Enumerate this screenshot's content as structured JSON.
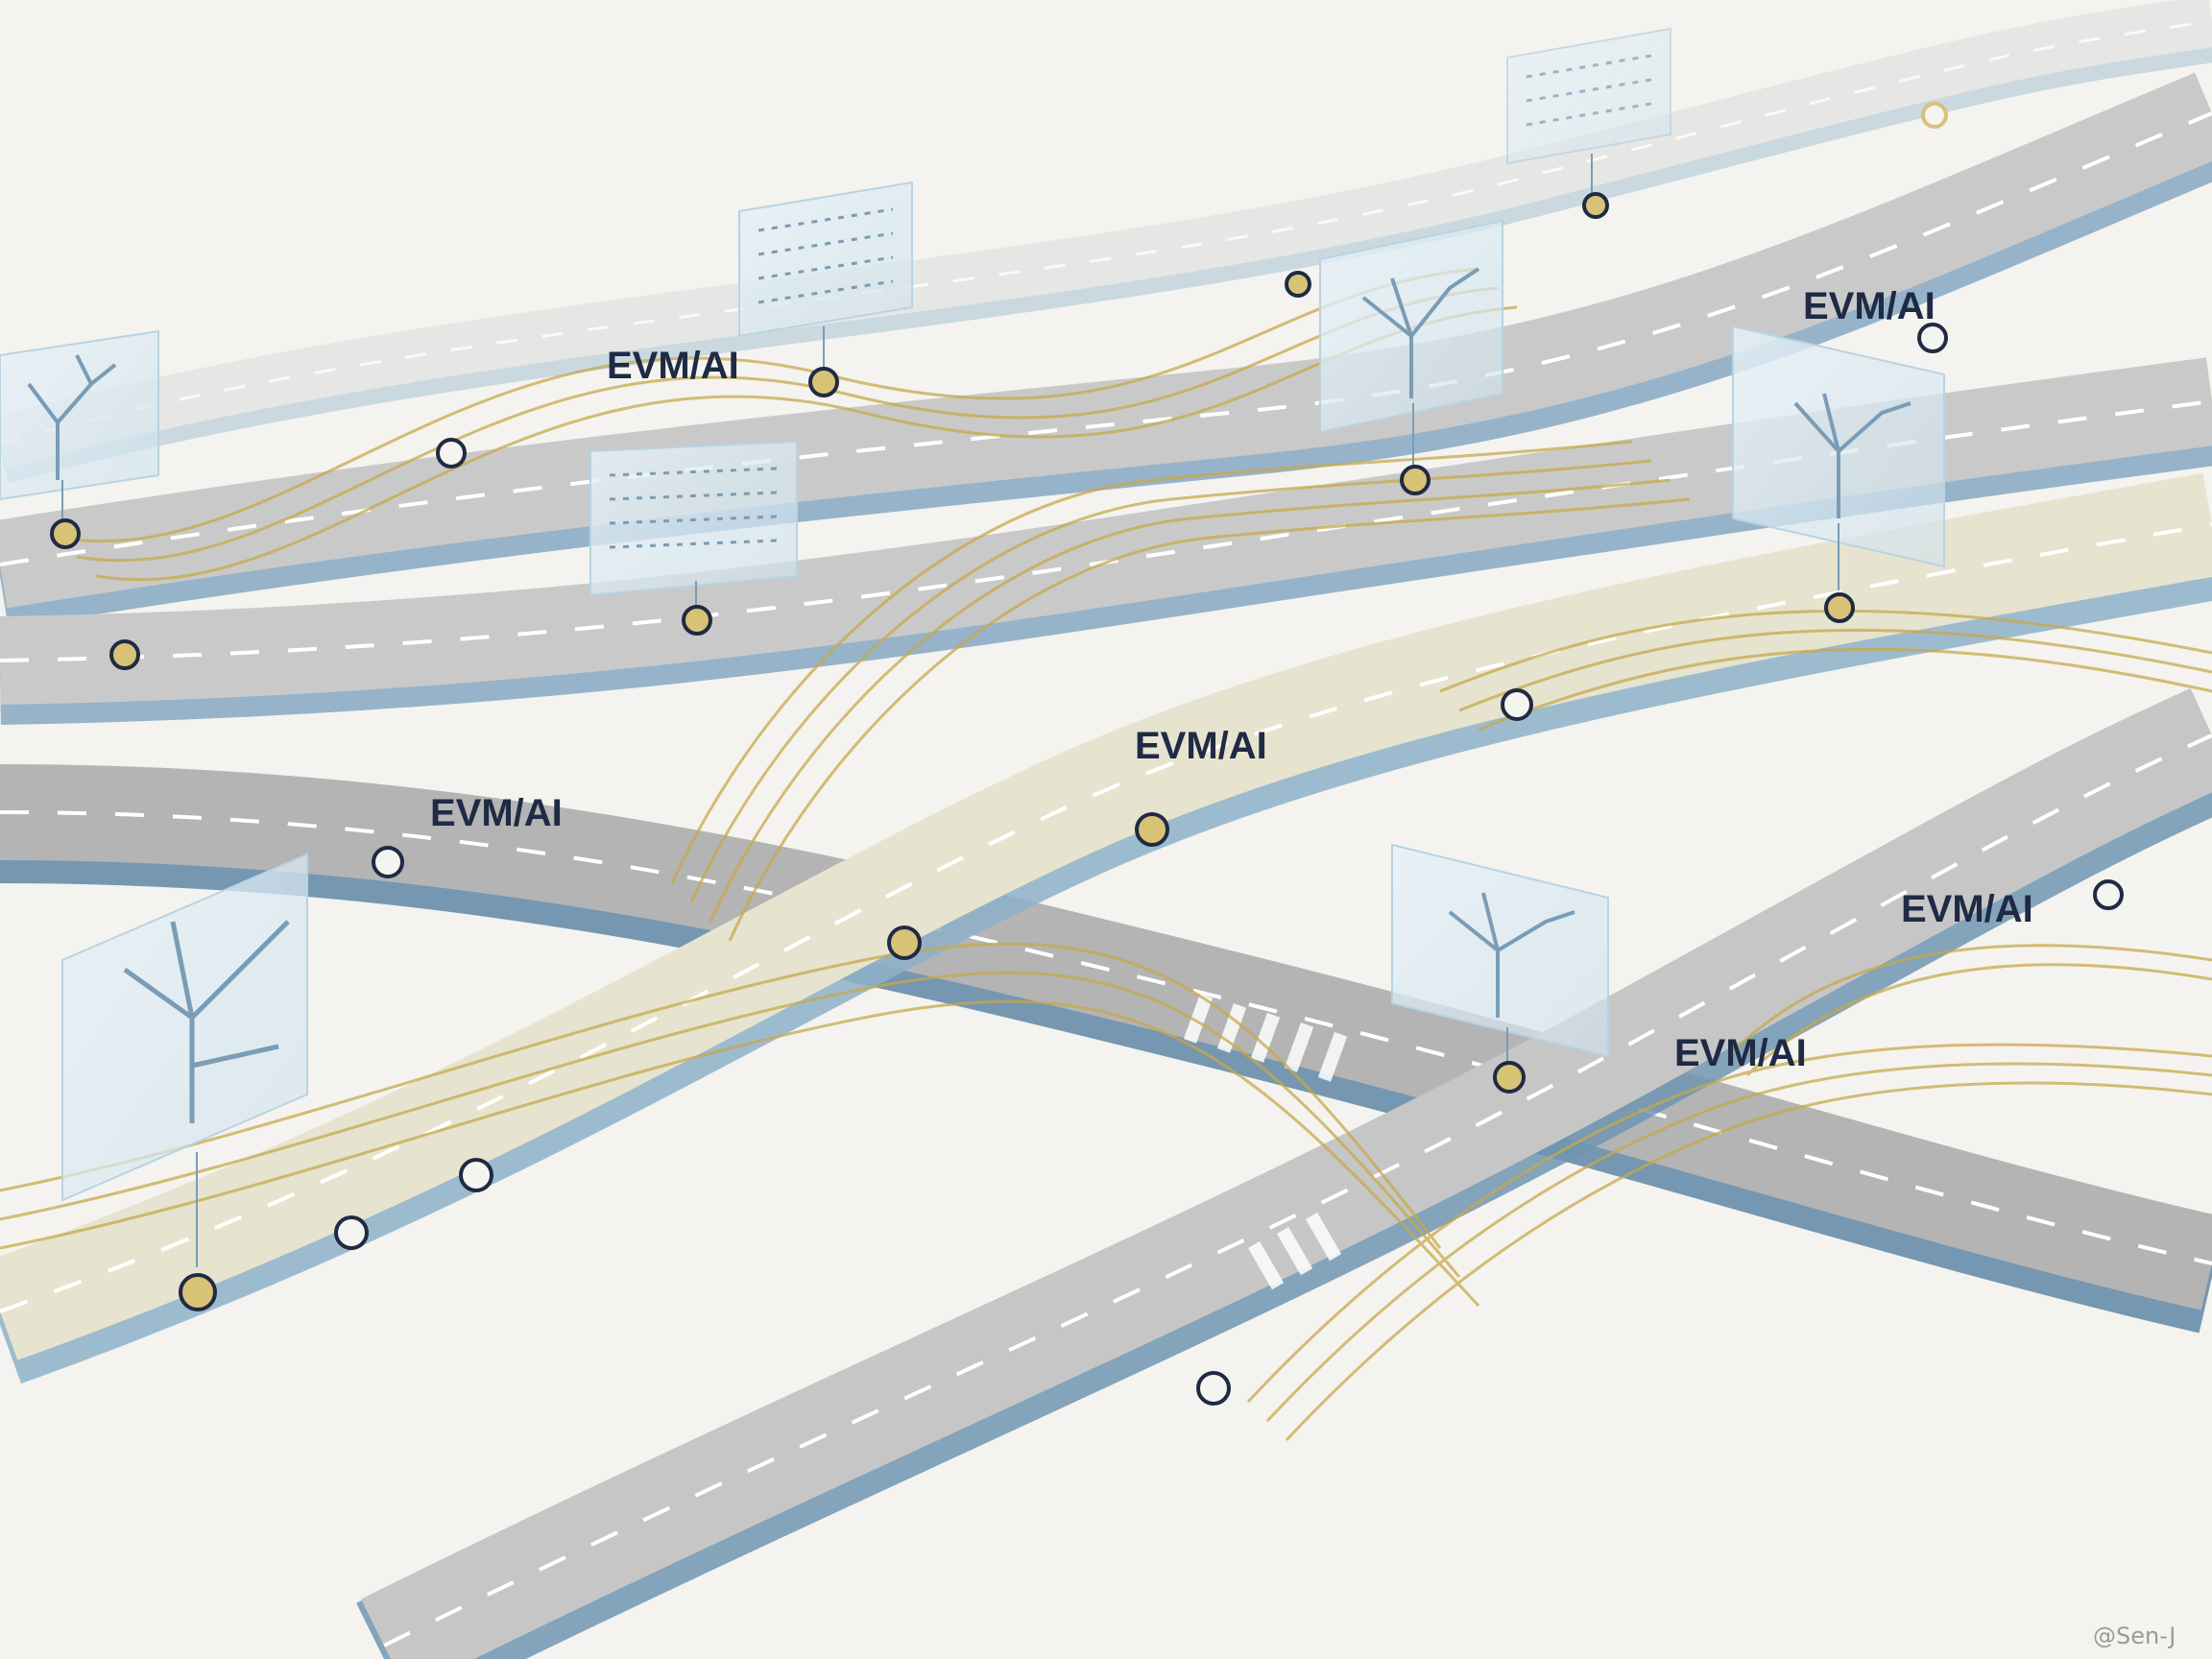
{
  "scene": {
    "background": "#f4f3ef",
    "road_color": "#c9c9c9",
    "road_edge_color": "#7fa3bf",
    "gold_line_color": "#c7a94a",
    "node_colors": [
      "#f4f4f0",
      "#d8c276"
    ],
    "panel_tint": "#dbeaf3"
  },
  "labels": {
    "road_1": "EVM/AI",
    "road_2": "EVM/AI",
    "road_3": "EVM/AI",
    "road_4": "EVM/AI",
    "road_5": "EVM/AI",
    "road_6": "EVM/AI"
  },
  "watermark": "@Sen-J",
  "icons": [
    "tree-network-icon",
    "text-panel-icon",
    "node-icon"
  ]
}
